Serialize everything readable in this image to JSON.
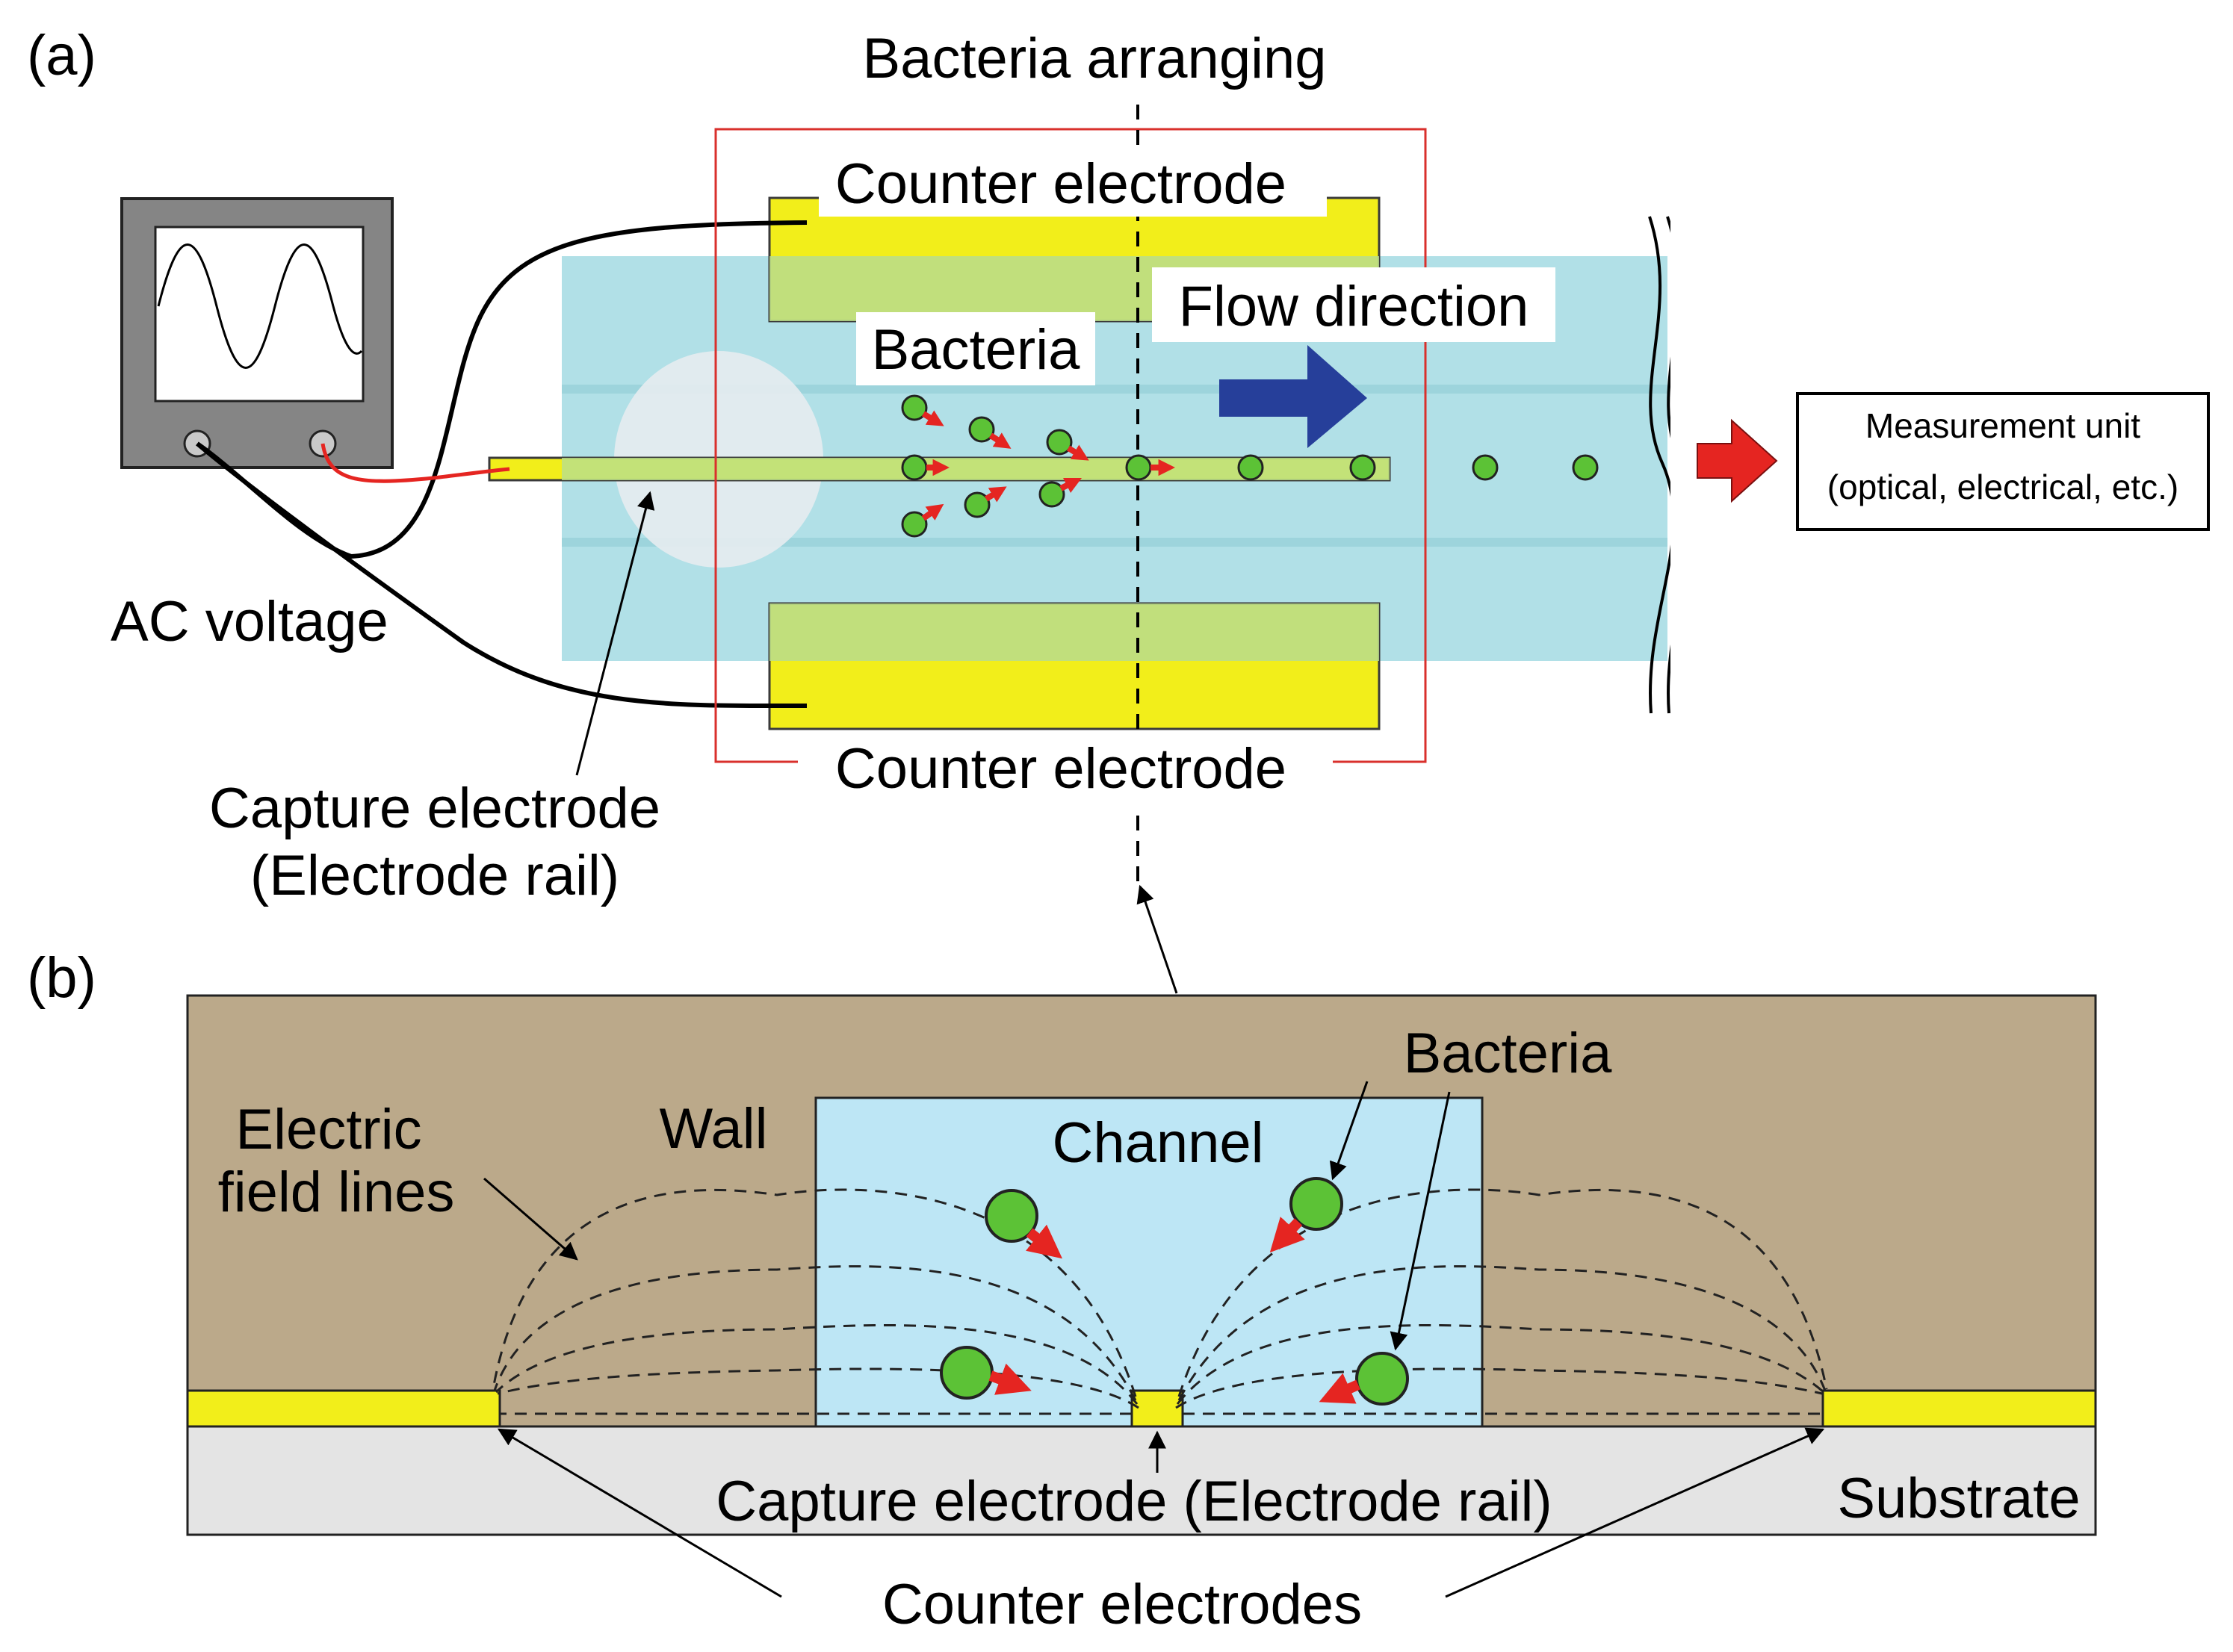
{
  "panel_a": {
    "panel_label": "(a)",
    "title": "Bacteria arranging",
    "counter_top": "Counter electrode",
    "counter_bottom": "Counter electrode",
    "bacteria": "Bacteria",
    "flow": "Flow direction",
    "ac_voltage": "AC voltage",
    "capture_line1": "Capture electrode",
    "capture_line2": "(Electrode rail)",
    "measure_line1": "Measurement unit",
    "measure_line2": "(optical, electrical, etc.)"
  },
  "panel_b": {
    "panel_label": "(b)",
    "bacteria": "Bacteria",
    "wall": "Wall",
    "channel": "Channel",
    "efield_line1": "Electric",
    "efield_line2": "field lines",
    "capture": "Capture electrode (Electrode rail)",
    "substrate": "Substrate",
    "counter": "Counter electrodes"
  },
  "colors": {
    "electrode_yellow": "#f2ee1a",
    "channel_cyan": "#a9dde4",
    "channel_blue_b": "#bde6f5",
    "wall_tan": "#bba98a",
    "substrate_gray": "#e4e4e4",
    "bacteria_green": "#5cc236",
    "force_red": "#e52521",
    "flow_arrow_blue": "#263f9a",
    "frame_red": "#d9302c",
    "scope_gray": "#858585"
  },
  "icons": [
    "oscilloscope-icon",
    "sine-wave-icon",
    "flow-arrow-icon",
    "output-arrow-icon",
    "bacterium-icon"
  ]
}
